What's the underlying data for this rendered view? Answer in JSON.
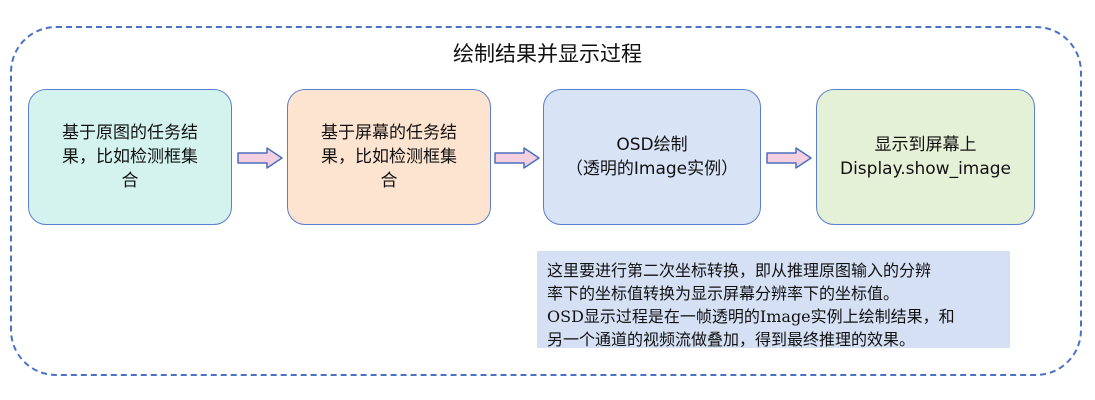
{
  "title": "绘制结果并显示过程",
  "boxes": [
    {
      "lines": [
        "基于原图的任务结",
        "果，比如检测框集",
        "合"
      ],
      "color": "#d4f3ee"
    },
    {
      "lines": [
        "基于屏幕的任务结",
        "果，比如检测框集",
        "合"
      ],
      "color": "#fde4d0"
    },
    {
      "lines": [
        "OSD绘制",
        "（透明的Image实例）"
      ],
      "color": "#d9e3f6"
    },
    {
      "lines": [
        "显示到屏幕上",
        "Display.show_image"
      ],
      "color": "#e4f1d6"
    }
  ],
  "note": {
    "lines": [
      "这里要进行第二次坐标转换，即从推理原图输入的分辨",
      "率下的坐标值转换为显示屏幕分辨率下的坐标值。",
      "OSD显示过程是在一帧透明的Image实例上绘制结果，和",
      "另一个通道的视频流做叠加，得到最终推理的效果。"
    ],
    "color": "#d5e0f5"
  },
  "colors": {
    "frame_border": "#4a72c4",
    "box_border": "#5b7fd0",
    "arrow_fill": "#f4cfe0",
    "arrow_stroke": "#4a6fbf"
  }
}
